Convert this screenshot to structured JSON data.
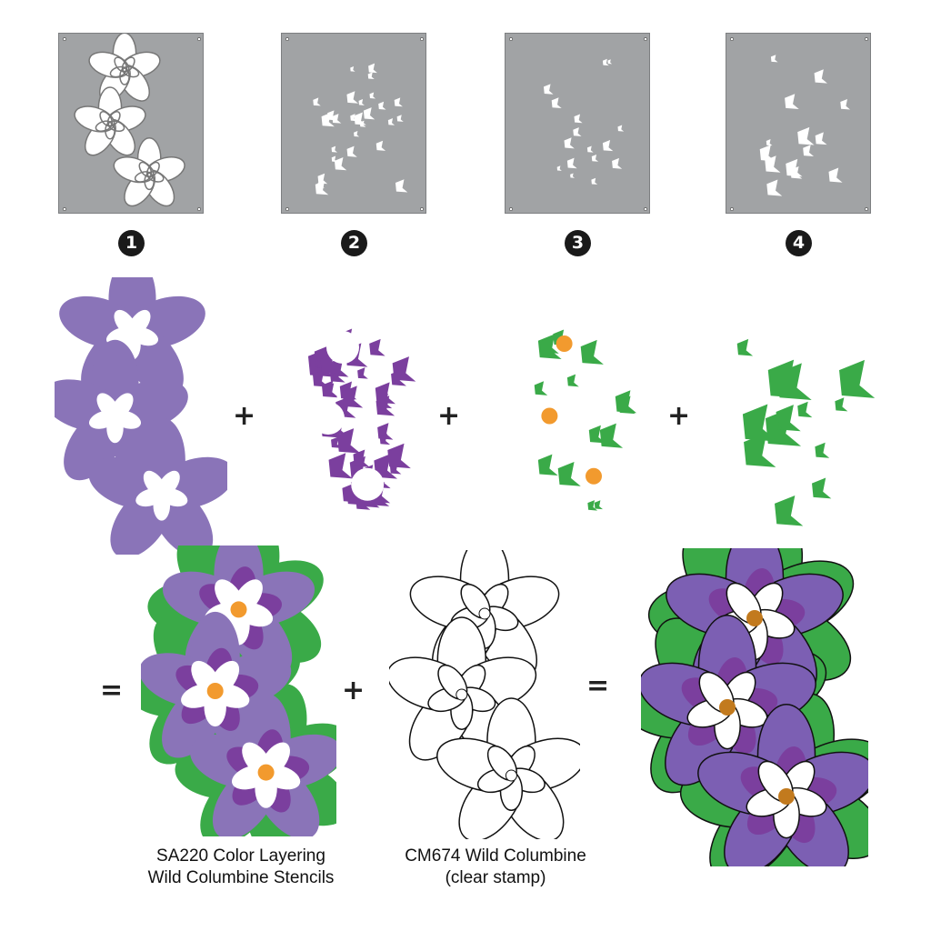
{
  "steps": [
    "1",
    "2",
    "3",
    "4"
  ],
  "operators": {
    "plus": "+",
    "equals": "="
  },
  "captions": {
    "stencil_line1": "SA220 Color Layering",
    "stencil_line2": "Wild Columbine Stencils",
    "stamp_line1": "CM674 Wild Columbine",
    "stamp_line2": "(clear stamp)"
  },
  "colors": {
    "stencil_gray": "#a1a3a5",
    "layer1_purple": "#8a74b8",
    "layer2_purple": "#7b3f9e",
    "leaf_green": "#3aaa48",
    "center_orange": "#f29a2e",
    "outline_black": "#111111"
  }
}
